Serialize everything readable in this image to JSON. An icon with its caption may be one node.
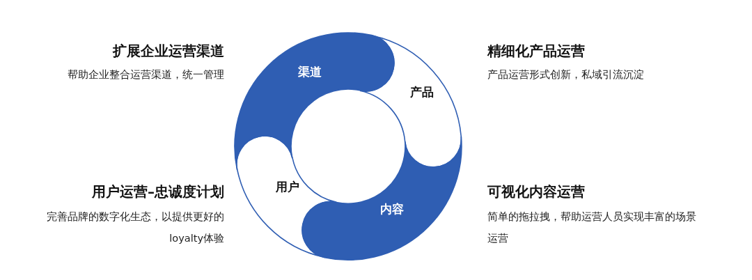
{
  "diagram": {
    "nodes": [
      {
        "text": [
          "渠道"
        ]
      },
      {
        "text": [
          "产品"
        ]
      },
      {
        "text": [
          "内容"
        ]
      },
      {
        "text": [
          "用户"
        ]
      }
    ],
    "labels": [
      "扩展企业运营渠道",
      "帮助企业整合运营渠道，统一管理",
      "精细化产品运营",
      "产品运营形式创新，私域引流沉淀",
      "用户运营–忠诚度计划",
      "完善品牌的数字化生态，以提供更好的loyalty体验",
      "可视化内容运营",
      "简单的拖拉拽，帮助运营人员实现丰富的场景运营"
    ]
  }
}
